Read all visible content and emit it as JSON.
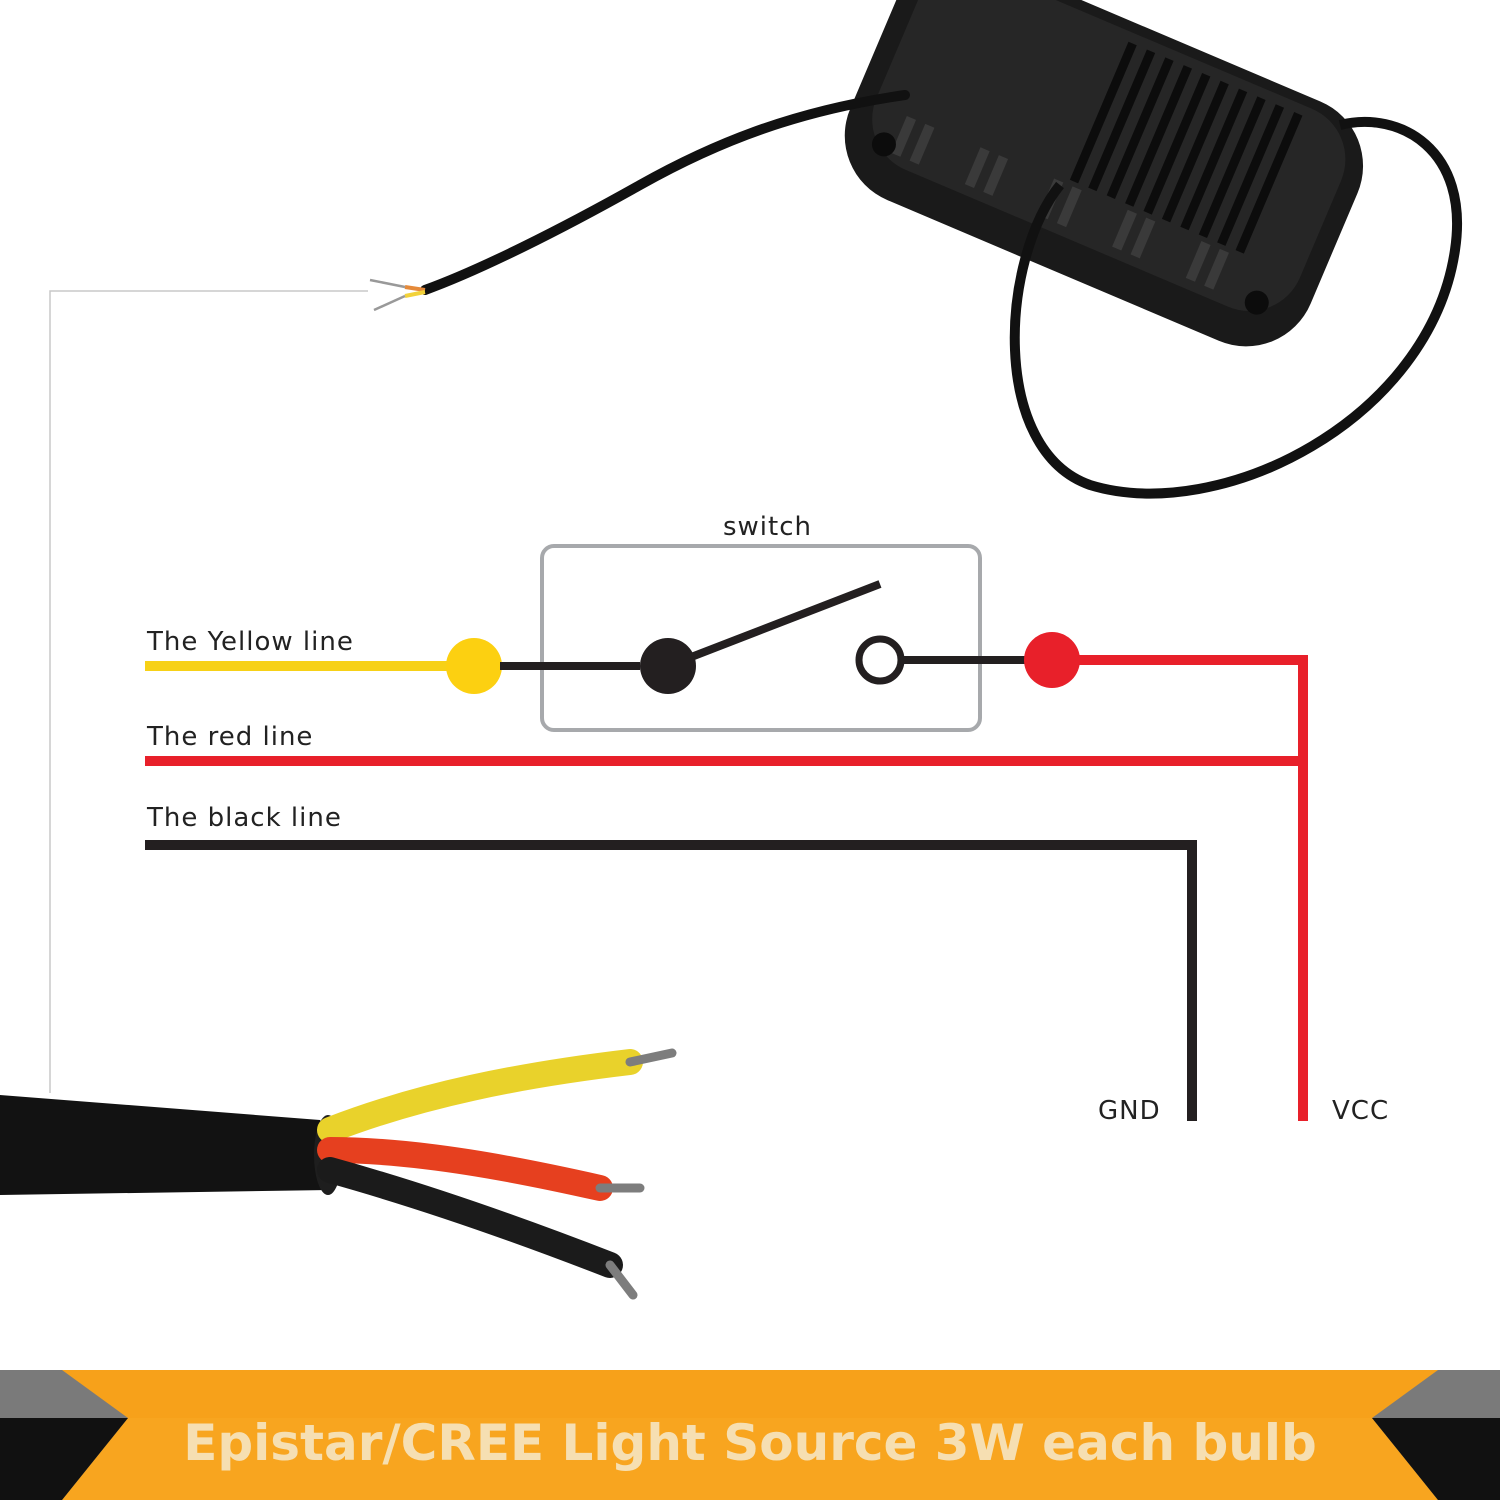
{
  "labels": {
    "yellow_line": "The Yellow line",
    "red_line": "The red line",
    "black_line": "The black line",
    "switch": "switch",
    "gnd": "GND",
    "vcc": "VCC"
  },
  "banner": {
    "text": "Epistar/CREE Light Source 3W each bulb"
  },
  "colors": {
    "yellow_wire": "#f7d117",
    "red_wire": "#e8202a",
    "black_wire": "#231f20",
    "switch_box_border": "#a7a9ac",
    "banner_orange": "#f7a11a",
    "banner_text": "#f6dfb2",
    "connector_line": "#c8c8c8"
  },
  "icons": {
    "switch": "spst-switch-icon",
    "light": "led-light-bar-icon",
    "cable": "three-core-cable-icon"
  }
}
